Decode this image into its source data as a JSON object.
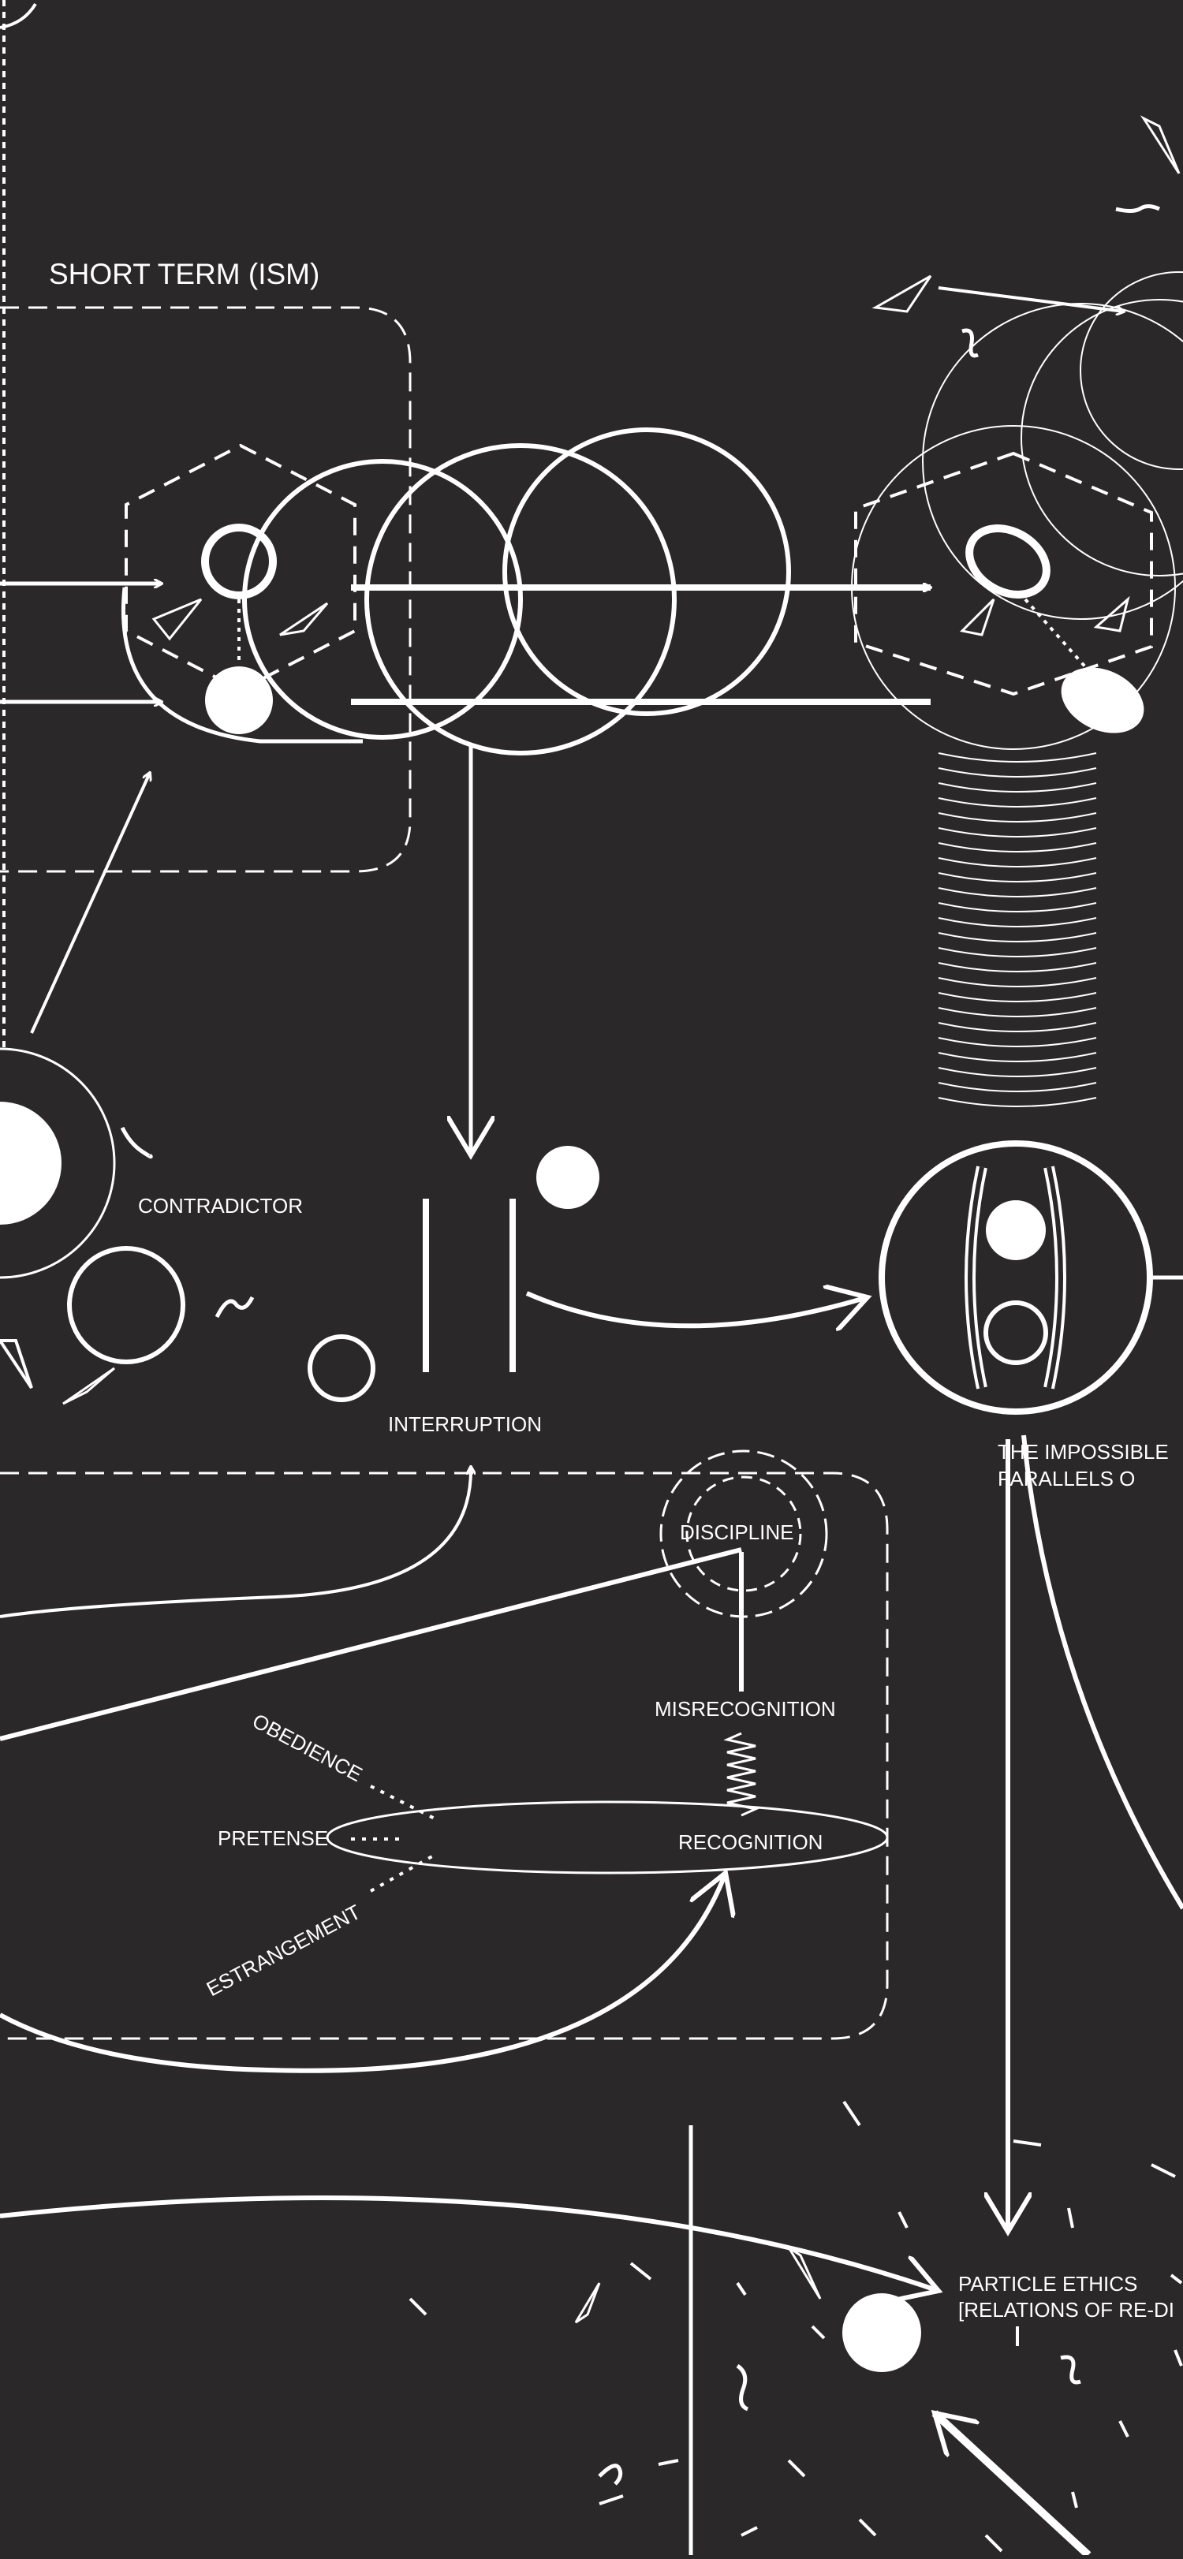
{
  "colors": {
    "background": "#2a2829",
    "ink": "#ffffff"
  },
  "labels": {
    "short_term": "SHORT TERM (ISM)",
    "contradictor": "CONTRADICTOR",
    "interruption": "INTERRUPTION",
    "impossible_line1": "THE IMPOSSIBLE",
    "impossible_line2": "PARALLELS O",
    "discipline": "DISCIPLINE",
    "misrecognition": "MISRECOGNITION",
    "recognition": "RECOGNITION",
    "obedience": "OBEDIENCE",
    "pretense": "PRETENSE",
    "estrangement": "ESTRANGEMENT",
    "particle_ethics_line1": "PARTICLE ETHICS",
    "particle_ethics_line2": "[RELATIONS OF RE-DI"
  }
}
